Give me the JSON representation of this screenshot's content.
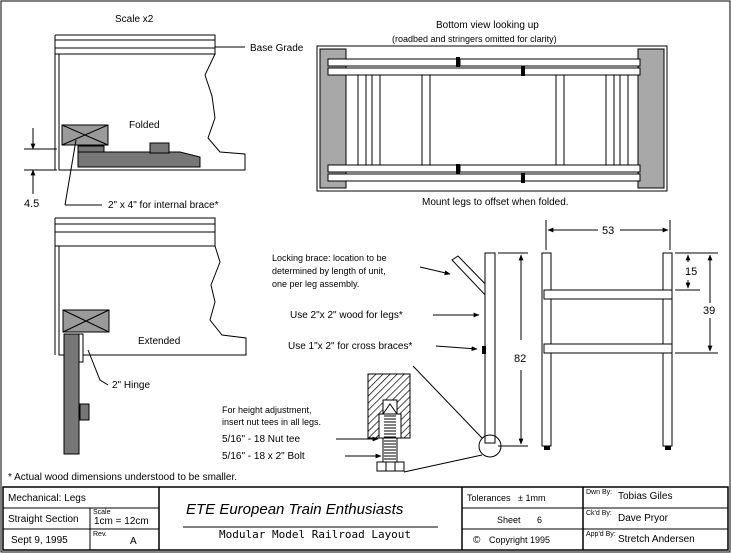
{
  "drawing": {
    "scale_note": "Scale x2",
    "base_grade": "Base Grade",
    "folded": "Folded",
    "height_dim": "4.5",
    "brace_note": "2\" x 4\" for internal brace*",
    "extended": "Extended",
    "hinge": "2\" Hinge",
    "bottom_view_title": "Bottom view looking up",
    "bottom_view_sub": "(roadbed and stringers omitted for clarity)",
    "mount_note": "Mount legs to offset when folded.",
    "locking_line1": "Locking brace: location to be",
    "locking_line2": "determined by length of unit,",
    "locking_line3": "one per leg assembly.",
    "wood_legs": "Use 2\"x 2\" wood for legs*",
    "cross_braces": "Use 1\"x 2\" for cross braces*",
    "height_adj1": "For height adjustment,",
    "height_adj2": "insert nut tees in all legs.",
    "nut_tee": "5/16\" - 18 Nut tee",
    "bolt": "5/16\" - 18 x 2\" Bolt",
    "dim_53": "53",
    "dim_15": "15",
    "dim_39": "39",
    "dim_82": "82",
    "footnote": "* Actual wood dimensions understood to be smaller."
  },
  "title_block": {
    "category": "Mechanical: Legs",
    "section": "Straight Section",
    "scale_label": "Scale",
    "scale_value": "1cm = 12cm",
    "date": "Sept 9, 1995",
    "rev_label": "Rev.",
    "rev_value": "A",
    "org_name": "ETE  European Train Enthusiasts",
    "subtitle": "Modular Model Railroad Layout",
    "tolerances_label": "Tolerances",
    "tolerances_value": "± 1mm",
    "sheet_label": "Sheet",
    "sheet_value": "6",
    "copyright": "Copyright 1995",
    "drawn_by_label": "Dwn By:",
    "drawn_by": "Tobias Giles",
    "checked_by_label": "Ck'd By:",
    "checked_by": "Dave Pryor",
    "approved_by_label": "App'd By:",
    "approved_by": "Stretch Andersen"
  }
}
